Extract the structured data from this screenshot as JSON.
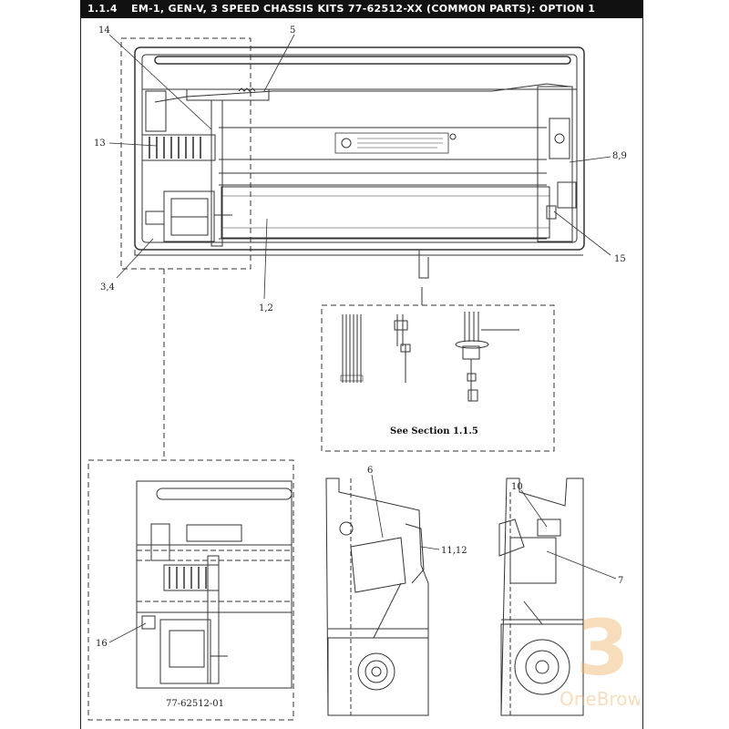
{
  "header": {
    "section_number": "1.1.4",
    "title": "EM-1, GEN-V, 3 SPEED CHASSIS KITS 77-62512-XX (COMMON PARTS): OPTION 1"
  },
  "callouts": {
    "c14": "14",
    "c5": "5",
    "c13": "13",
    "c89": "8,9",
    "c15": "15",
    "c34": "3,4",
    "c12": "1,2",
    "c6": "6",
    "c1112": "11,12",
    "c10": "10",
    "c7": "7",
    "c16": "16"
  },
  "see_section": "See Section 1.1.5",
  "variant_label": "77-62512-01",
  "watermark": {
    "glyph": "3",
    "text": "OneBrown"
  },
  "colors": {
    "line": "#333333",
    "header_bg": "#111111",
    "watermark": "#f0b36a"
  }
}
